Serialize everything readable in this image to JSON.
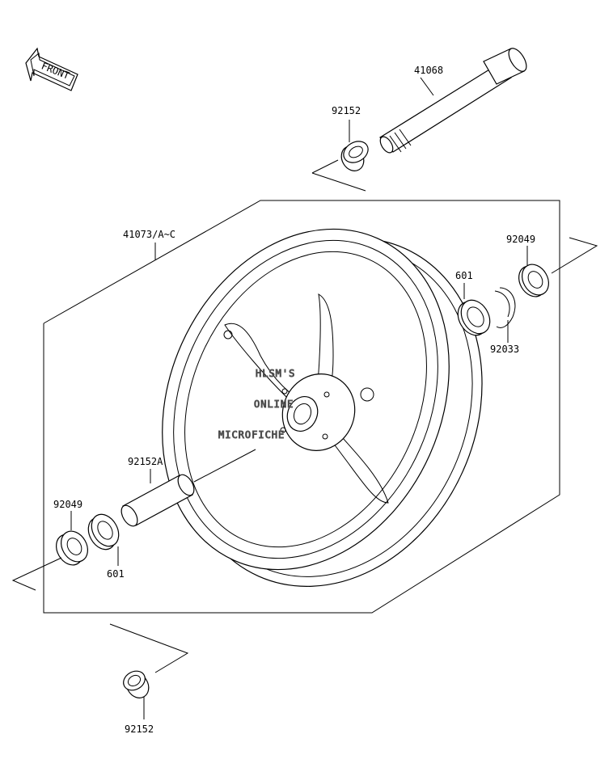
{
  "front_label": "FRONT",
  "callouts": {
    "axle": "41068",
    "collar_top": "92152",
    "wheel_assy": "41073/A~C",
    "seal_right": "92049",
    "bearing_right": "601",
    "circlip": "92033",
    "spacer": "92152A",
    "seal_left": "92049",
    "bearing_left": "601",
    "collar_bottom": "92152"
  },
  "watermark": [
    "HLSM'S",
    "ONLINE",
    "MICROFICHE"
  ]
}
